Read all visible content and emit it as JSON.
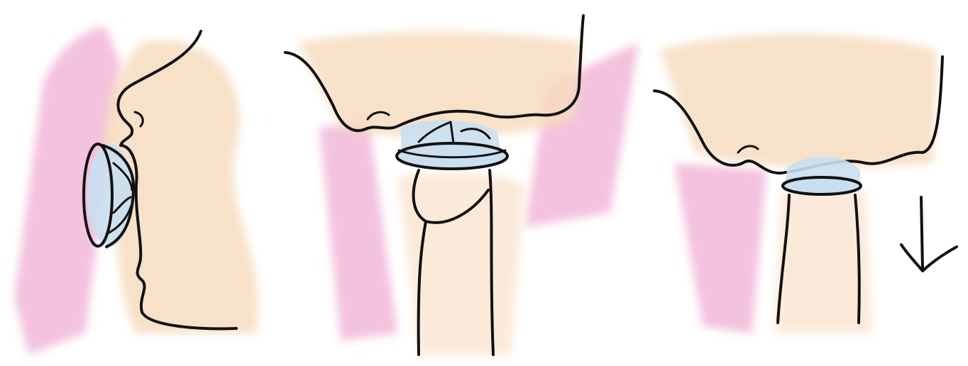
{
  "figure": {
    "panels": [
      {
        "id": "panel-1",
        "icon": "mouth-with-barrier-side-view"
      },
      {
        "id": "panel-2",
        "icon": "barrier-placed-front-view"
      },
      {
        "id": "panel-3",
        "icon": "barrier-rolled-down-front-view"
      }
    ],
    "arrow": {
      "icon": "down-arrow-icon"
    },
    "colors": {
      "skin": "#f7dcc0",
      "skin_light": "#fbe7d4",
      "pink_wash": "#f2b8d8",
      "barrier_blue": "#c9dff0",
      "ink": "#111111"
    }
  }
}
